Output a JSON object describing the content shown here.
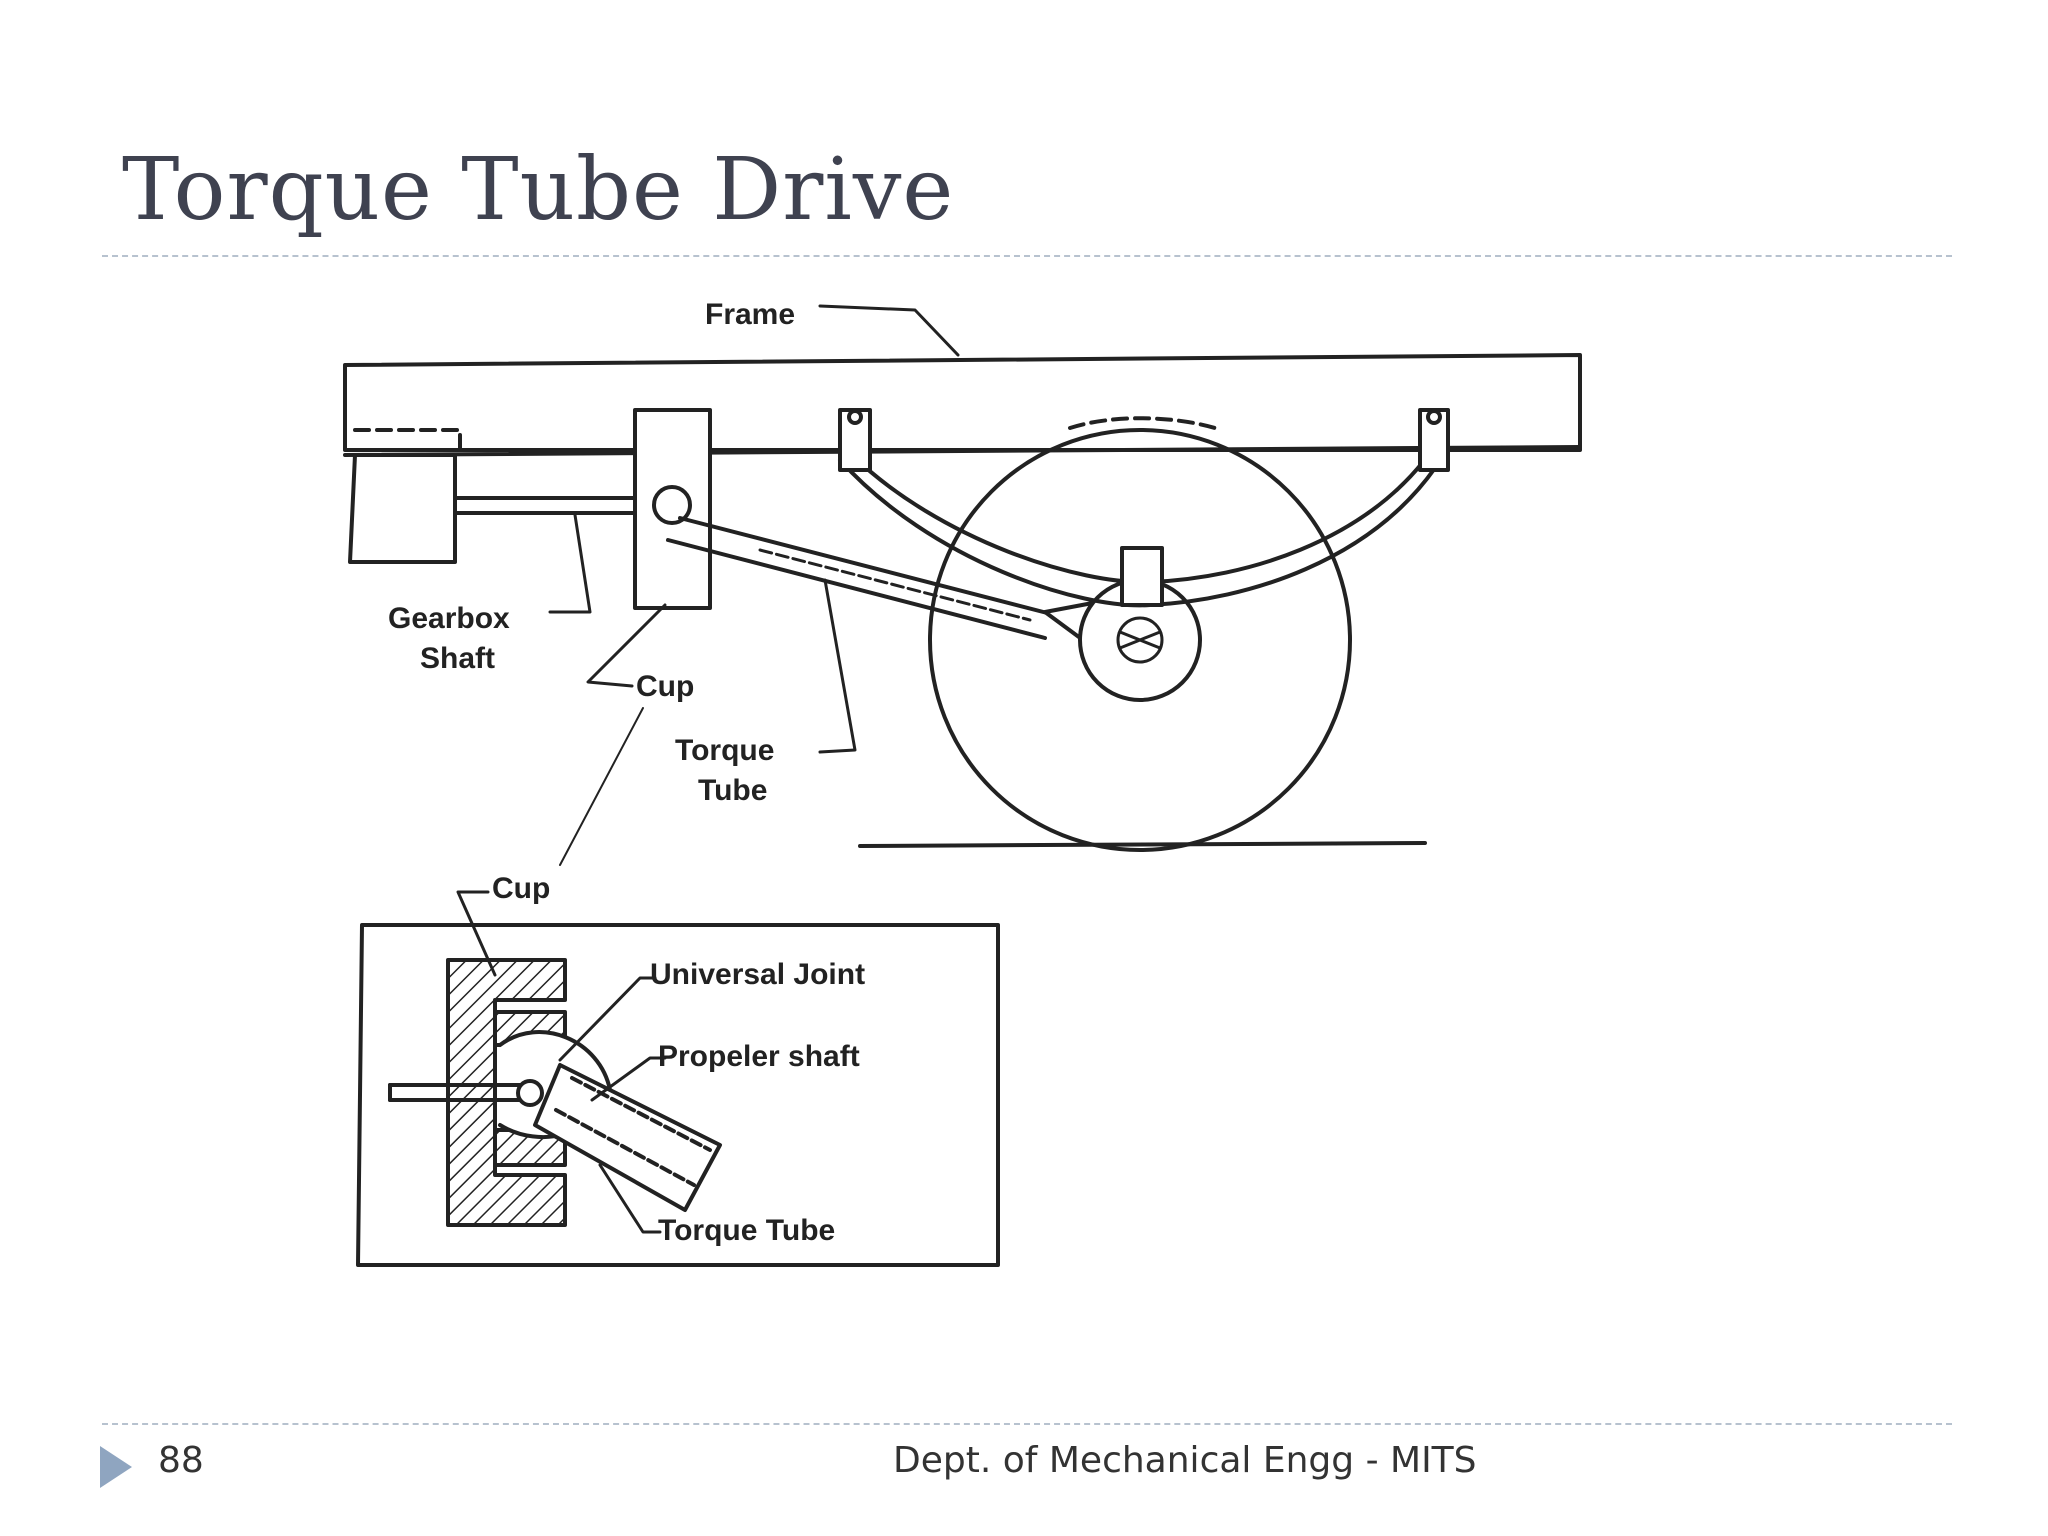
{
  "slide": {
    "title": "Torque Tube Drive",
    "page_number": "88",
    "footer": "Dept. of Mechanical Engg - MITS"
  },
  "diagram": {
    "labels": {
      "frame": "Frame",
      "gearbox": "Gearbox",
      "shaft": "Shaft",
      "cup": "Cup",
      "torque": "Torque",
      "tube": "Tube",
      "inset_cup": "Cup",
      "universal_joint": "Universal Joint",
      "propeler_shaft": "Propeler shaft",
      "inset_torque_tube": "Torque Tube"
    }
  },
  "colors": {
    "title": "#3f4250",
    "rule": "#b7c2cf",
    "accent": "#8fa5c0",
    "ink": "#222222"
  }
}
